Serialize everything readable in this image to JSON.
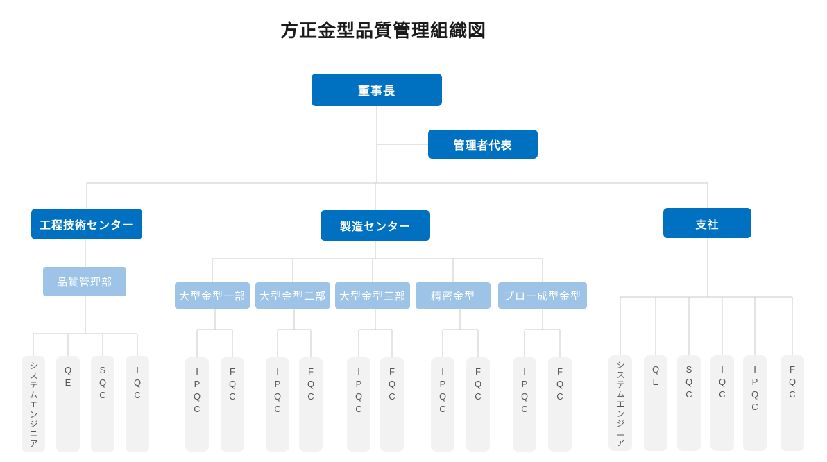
{
  "title": "方正金型品質管理組織図",
  "colors": {
    "primary_box": "#0070C0",
    "secondary_box": "#9DC3E6",
    "leaf_box": "#F2F2F2",
    "connector_line": "#C9C9C9",
    "box_text": "#FFFFFF",
    "leaf_text": "#555555"
  },
  "org": {
    "root": "董事長",
    "staff": "管理者代表",
    "branches": [
      {
        "label": "工程技術センター",
        "children": [
          {
            "label": "品質管理部",
            "children": [
              "システムエンジニア",
              "QE",
              "SQC",
              "IQC"
            ]
          }
        ]
      },
      {
        "label": "製造センター",
        "children": [
          {
            "label": "大型金型一部",
            "children": [
              "IPQC",
              "FQC"
            ]
          },
          {
            "label": "大型金型二部",
            "children": [
              "IPQC",
              "FQC"
            ]
          },
          {
            "label": "大型金型三部",
            "children": [
              "IPQC",
              "FQC"
            ]
          },
          {
            "label": "精密金型",
            "children": [
              "IPQC",
              "FQC"
            ]
          },
          {
            "label": "プロー成型金型",
            "children": [
              "IPQC",
              "FQC"
            ]
          }
        ]
      },
      {
        "label": "支社",
        "children": [
          "システムエンジニア",
          "QE",
          "SQC",
          "IQC",
          "IPQC",
          "FQC"
        ]
      }
    ]
  }
}
